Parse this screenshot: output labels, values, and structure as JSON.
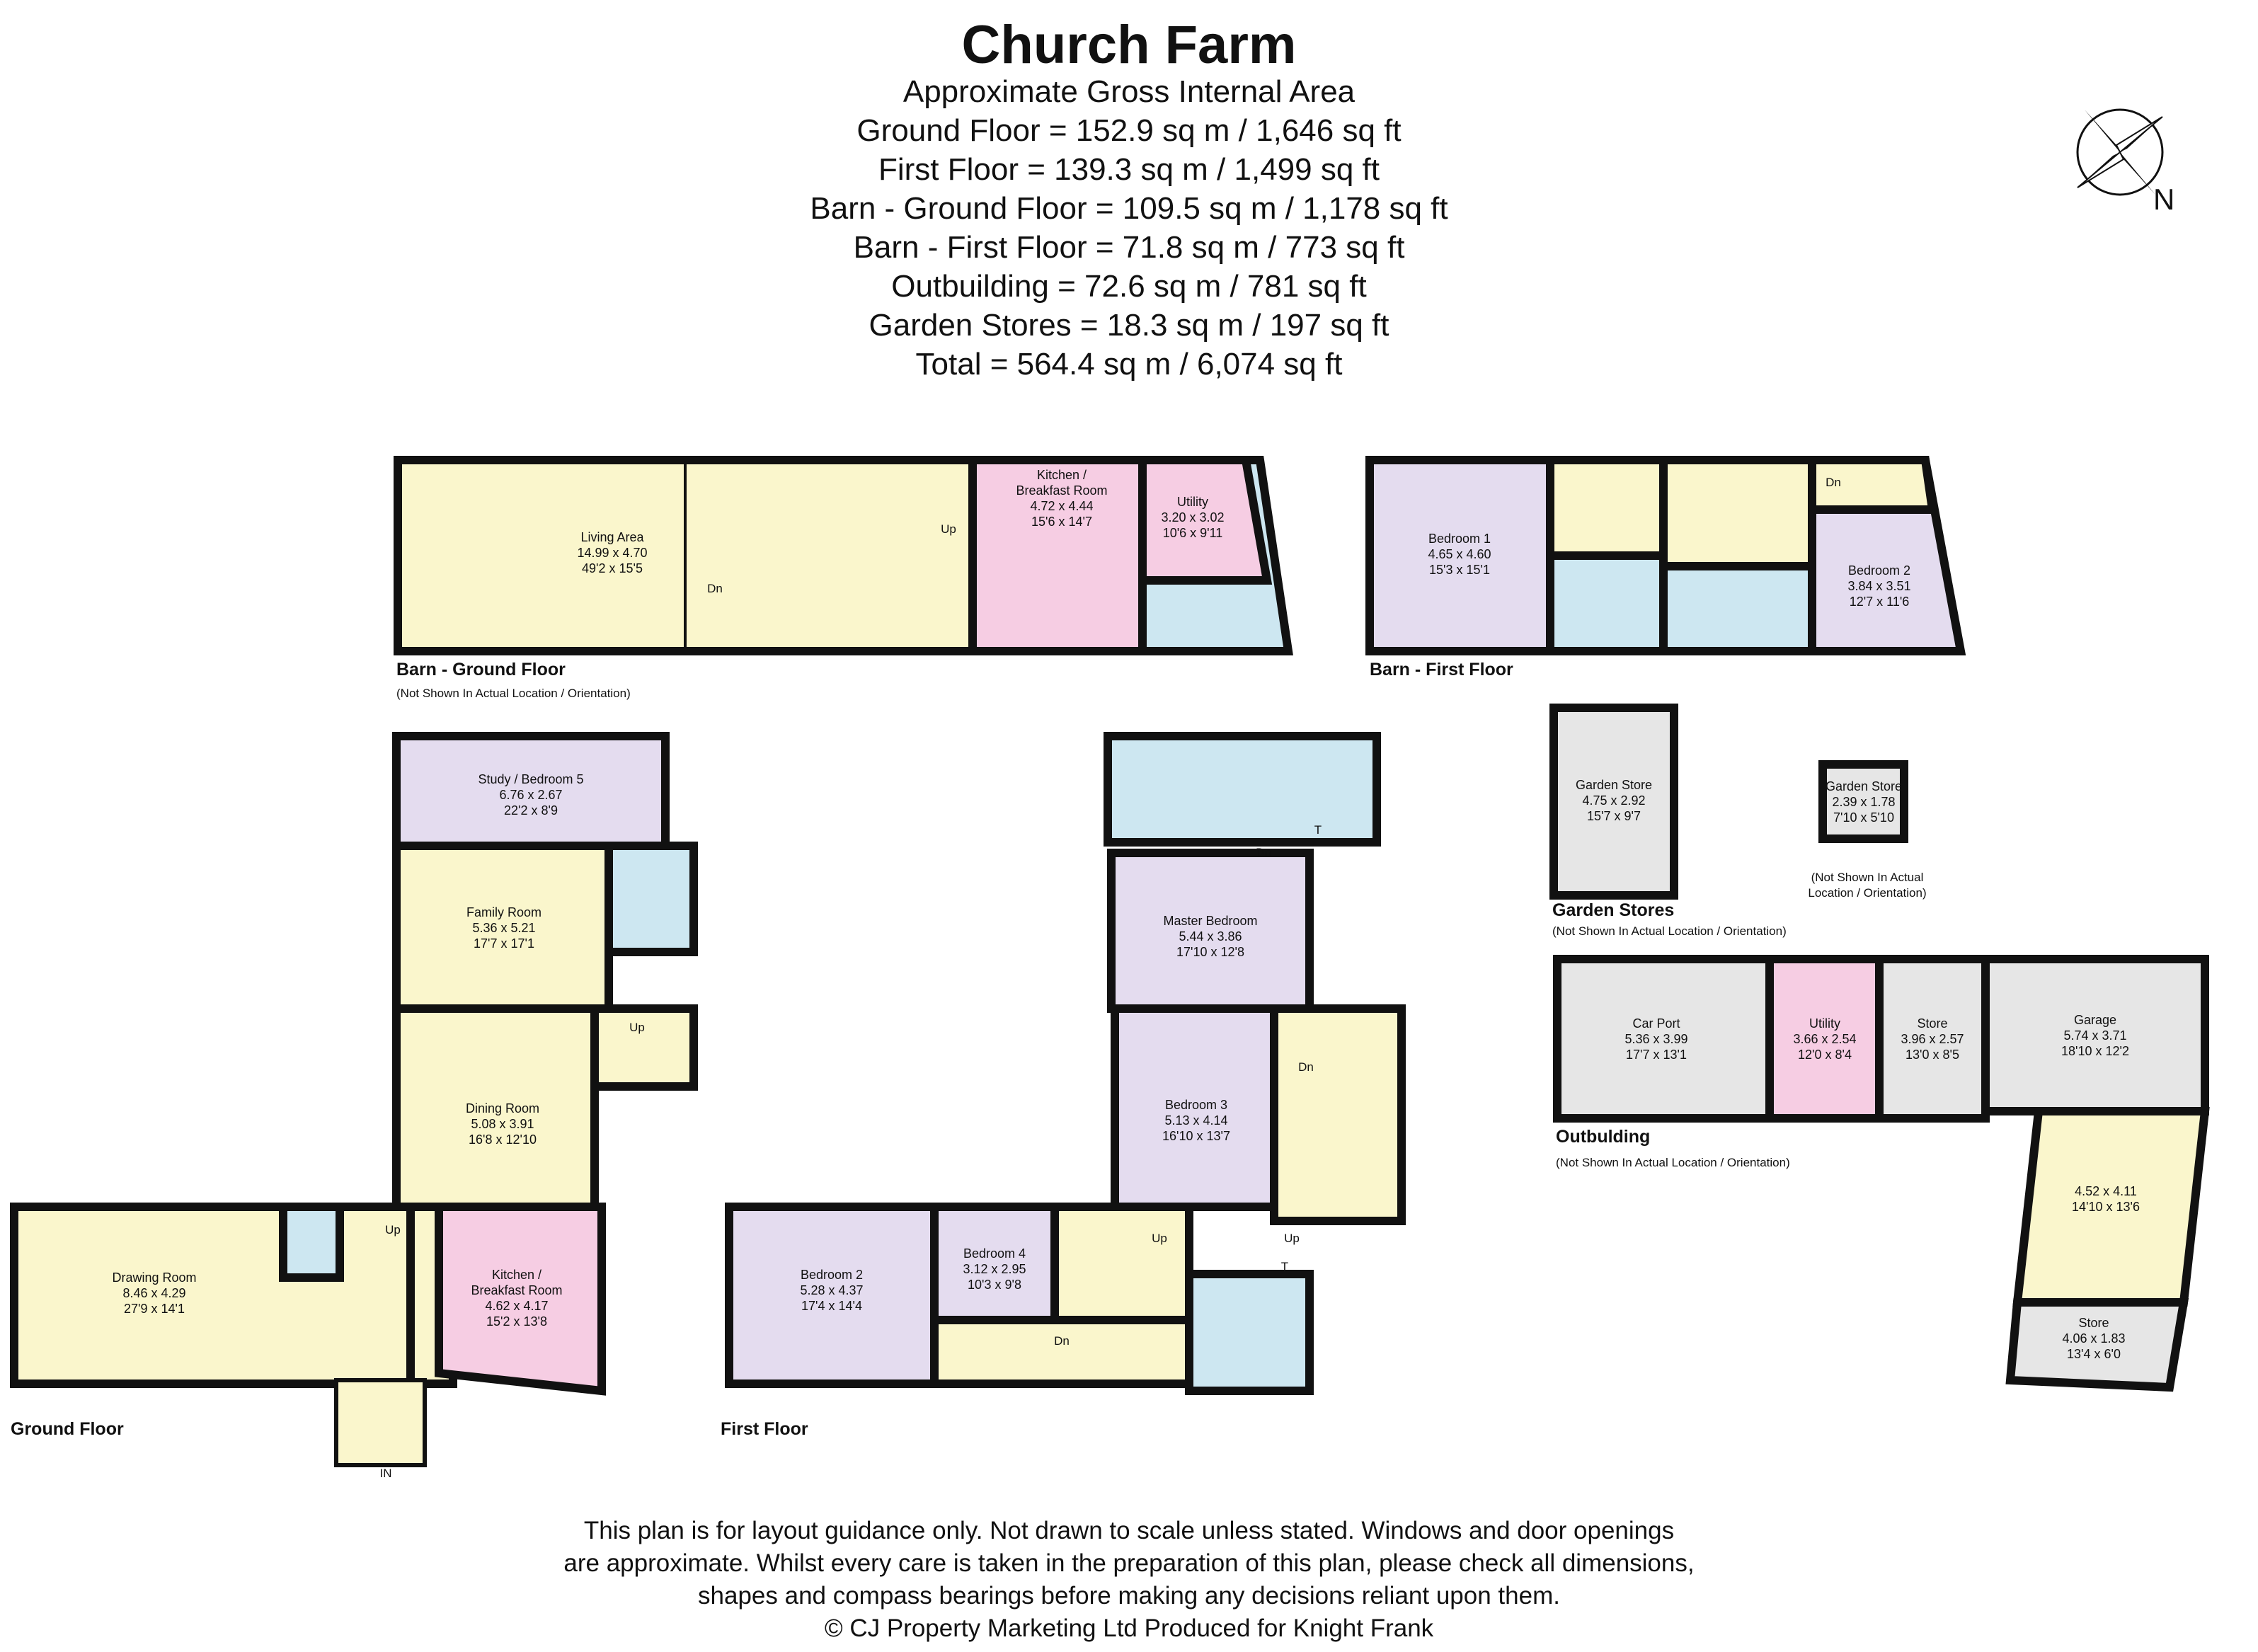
{
  "header": {
    "title": "Church Farm",
    "areas": [
      "Approximate Gross Internal Area",
      "Ground Floor = 152.9 sq m / 1,646 sq ft",
      "First Floor = 139.3 sq m / 1,499 sq ft",
      "Barn - Ground Floor = 109.5 sq m / 1,178 sq ft",
      "Barn - First Floor = 71.8 sq m / 773 sq ft",
      "Outbuilding = 72.6 sq m / 781 sq ft",
      "Garden Stores = 18.3 sq m / 197 sq ft",
      "Total = 564.4 sq m / 6,074 sq ft"
    ]
  },
  "compass": {
    "label": "N",
    "icon": "compass-rose-icon"
  },
  "colors": {
    "yellow": "#faf6cc",
    "pink": "#f6cde3",
    "purple": "#e4dcef",
    "blue": "#cde7f1",
    "grey": "#e6e6e6",
    "wall": "#111111"
  },
  "floors": {
    "barn_ground": {
      "label": "Barn - Ground Floor",
      "note": "(Not Shown In Actual Location / Orientation)"
    },
    "barn_first": {
      "label": "Barn - First Floor"
    },
    "ground": {
      "label": "Ground Floor"
    },
    "first": {
      "label": "First Floor"
    },
    "garden": {
      "label": "Garden Stores",
      "note": "(Not Shown In Actual Location / Orientation)"
    },
    "outbuilding": {
      "label": "Outbulding",
      "note": "(Not Shown In Actual Location / Orientation)"
    }
  },
  "rooms": {
    "living_area": {
      "name": "Living Area",
      "metric": "14.99 x 4.70",
      "imperial": "49'2 x 15'5"
    },
    "barn_kitchen": {
      "name": "Kitchen /",
      "name2": "Breakfast Room",
      "metric": "4.72 x 4.44",
      "imperial": "15'6 x 14'7"
    },
    "barn_utility": {
      "name": "Utility",
      "metric": "3.20 x 3.02",
      "imperial": "10'6 x 9'11"
    },
    "barn_bed1": {
      "name": "Bedroom 1",
      "metric": "4.65 x 4.60",
      "imperial": "15'3 x 15'1"
    },
    "barn_bed2": {
      "name": "Bedroom 2",
      "metric": "3.84 x 3.51",
      "imperial": "12'7 x 11'6"
    },
    "study": {
      "name": "Study / Bedroom 5",
      "metric": "6.76 x 2.67",
      "imperial": "22'2 x 8'9"
    },
    "family": {
      "name": "Family Room",
      "metric": "5.36 x 5.21",
      "imperial": "17'7 x 17'1"
    },
    "dining": {
      "name": "Dining Room",
      "metric": "5.08 x 3.91",
      "imperial": "16'8 x 12'10"
    },
    "drawing": {
      "name": "Drawing Room",
      "metric": "8.46 x 4.29",
      "imperial": "27'9 x 14'1"
    },
    "kitchen": {
      "name": "Kitchen /",
      "name2": "Breakfast Room",
      "metric": "4.62 x 4.17",
      "imperial": "15'2 x 13'8"
    },
    "master": {
      "name": "Master Bedroom",
      "metric": "5.44 x 3.86",
      "imperial": "17'10 x 12'8"
    },
    "bed3": {
      "name": "Bedroom 3",
      "metric": "5.13 x 4.14",
      "imperial": "16'10 x 13'7"
    },
    "bed2": {
      "name": "Bedroom 2",
      "metric": "5.28 x 4.37",
      "imperial": "17'4 x 14'4"
    },
    "bed4": {
      "name": "Bedroom 4",
      "metric": "3.12 x 2.95",
      "imperial": "10'3 x 9'8"
    },
    "gstore1": {
      "name": "Garden Store",
      "metric": "4.75 x 2.92",
      "imperial": "15'7 x 9'7"
    },
    "gstore2": {
      "name": "Garden Store",
      "metric": "2.39 x 1.78",
      "imperial": "7'10 x 5'10"
    },
    "carport": {
      "name": "Car Port",
      "metric": "5.36 x 3.99",
      "imperial": "17'7 x 13'1"
    },
    "out_utility": {
      "name": "Utility",
      "metric": "3.66 x 2.54",
      "imperial": "12'0 x 8'4"
    },
    "out_store": {
      "name": "Store",
      "metric": "3.96 x 2.57",
      "imperial": "13'0 x 8'5"
    },
    "garage": {
      "name": "Garage",
      "metric": "5.74 x 3.71",
      "imperial": "18'10 x 12'2"
    },
    "out_room": {
      "metric": "4.52 x 4.11",
      "imperial": "14'10 x 13'6"
    },
    "out_store2": {
      "name": "Store",
      "metric": "4.06 x 1.83",
      "imperial": "13'4 x 6'0"
    }
  },
  "marks": {
    "up": "Up",
    "dn": "Dn",
    "in": "IN",
    "t": "T",
    "gstore2_note_1": "(Not Shown In Actual",
    "gstore2_note_2": "Location / Orientation)"
  },
  "disclaimer": [
    "This plan is for layout guidance only. Not drawn to scale unless stated. Windows and door openings",
    "are approximate. Whilst every care is taken in the preparation of this plan, please check all dimensions,",
    "shapes and compass bearings before making any decisions reliant upon them.",
    "© CJ Property Marketing Ltd Produced for Knight Frank"
  ]
}
